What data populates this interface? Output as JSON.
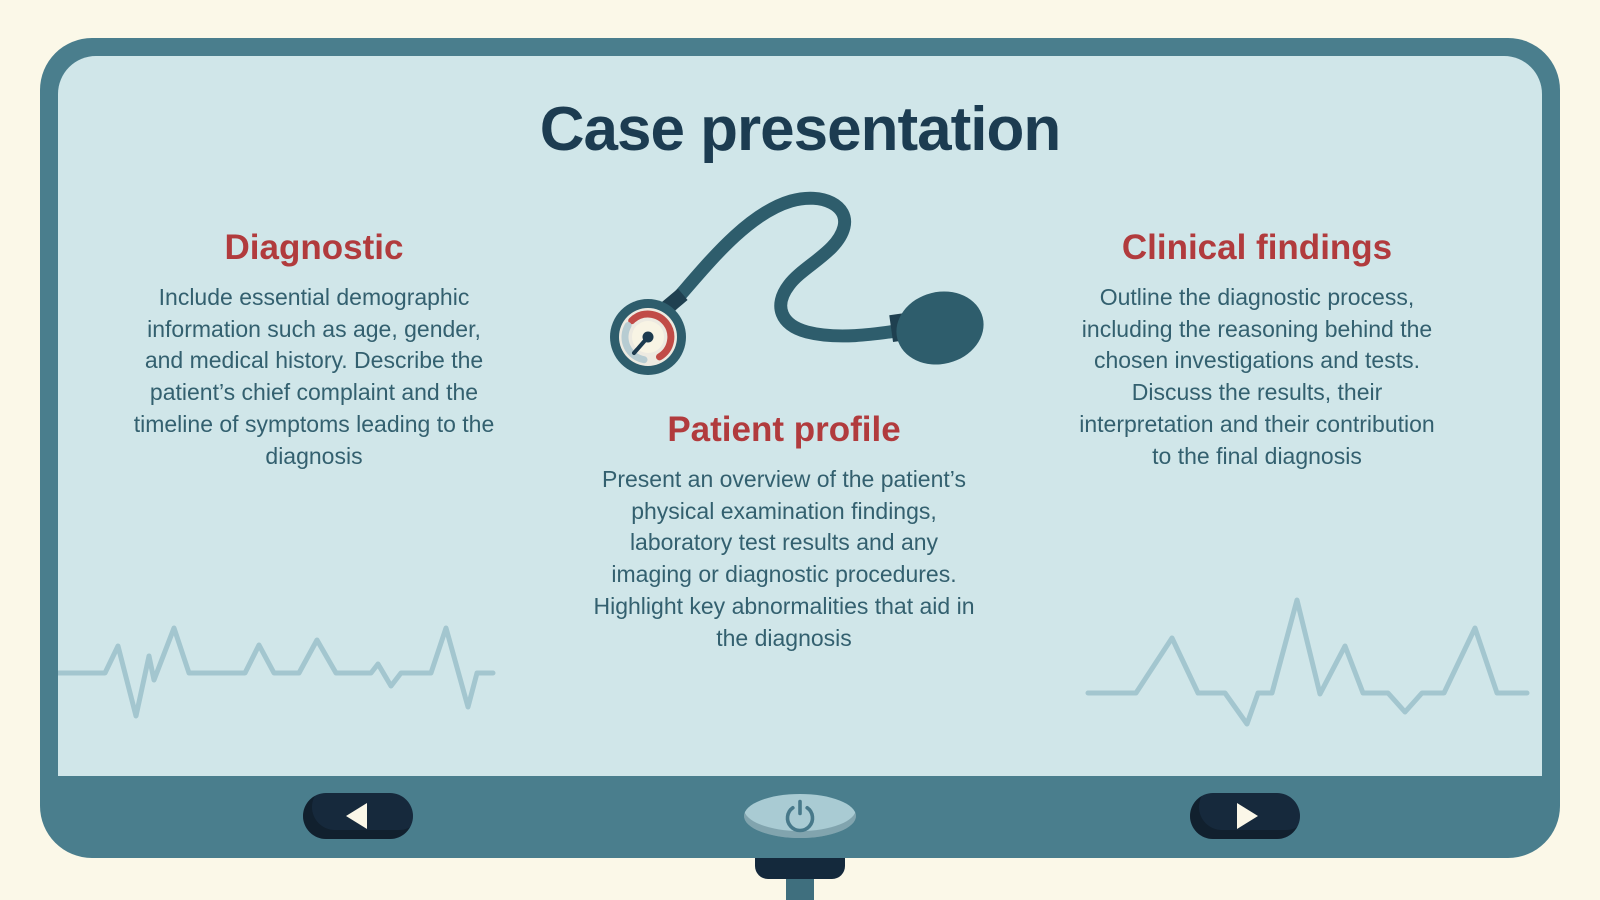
{
  "slide": {
    "title": "Case presentation"
  },
  "columns": [
    {
      "heading": "Diagnostic",
      "body": "Include essential demographic information such as age, gender, and medical history. Describe the patient’s chief complaint and the timeline of symptoms leading to the diagnosis"
    },
    {
      "heading": "Patient profile",
      "body": "Present an overview of the patient’s physical examination findings, laboratory test results and any imaging or diagnostic procedures. Highlight key abnormalities that aid in the diagnosis"
    },
    {
      "heading": "Clinical findings",
      "body": "Outline the diagnostic process, including the reasoning behind the chosen investigations and tests. Discuss the results, their interpretation and their contribution to the final diagnosis"
    }
  ],
  "controls": {
    "prev_icon": "triangle-left",
    "power_icon": "power-symbol",
    "next_icon": "triangle-right"
  },
  "illustrations": [
    "sphygmomanometer-blood-pressure-gauge",
    "ecg-heartbeat-line-left",
    "ecg-heartbeat-line-right"
  ],
  "colors": {
    "page_background": "#FBF8E8",
    "monitor_frame": "#4A7E8D",
    "screen_background": "#D0E6E9",
    "title_text": "#1C3C51",
    "heading_text": "#B13B3D",
    "body_text": "#33606F",
    "ecg_line": "#A3C6CF",
    "nav_button": "#16293C",
    "nav_button_glyph": "#FBF7E8",
    "power_button": "#A9CBD3",
    "power_glyph": "#47798A",
    "illustration_teal": "#2E5D6C",
    "gauge_red_arc": "#C14B47",
    "gauge_gray_arc": "#B7CCD2",
    "gauge_face": "#F8F4E4",
    "needle_navy": "#1C3A4E",
    "stand_cap": "#14293C",
    "stand_pole": "#3F6F7E"
  }
}
